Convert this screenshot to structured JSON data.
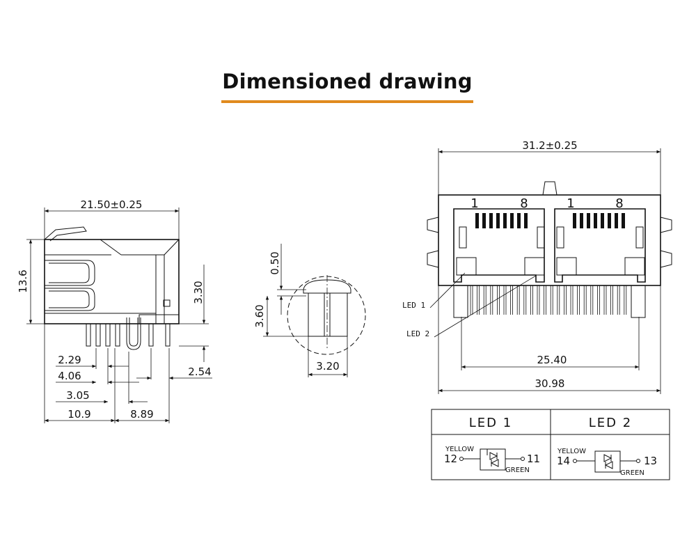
{
  "page_title": "Dimensioned drawing",
  "accent_color": "#e08a1e",
  "side_view": {
    "width_label": "21.50±0.25",
    "height_label": "13.6",
    "pin_height_label": "3.30",
    "pitch_a_label": "2.29",
    "pitch_b_label": "4.06",
    "pitch_c_label": "3.05",
    "pitch_d_label": "2.54",
    "offset_a_label": "10.9",
    "offset_b_label": "8.89"
  },
  "detail_view": {
    "top_label": "0.50",
    "height_label": "3.60",
    "width_label": "3.20"
  },
  "front_view": {
    "width_label": "31.2±0.25",
    "pin_span_label": "25.40",
    "body_width_label": "30.98",
    "port_1_pin_first": "1",
    "port_1_pin_last": "8",
    "port_2_pin_first": "1",
    "port_2_pin_last": "8",
    "led_1_callout": "LED 1",
    "led_2_callout": "LED 2"
  },
  "led_table": {
    "col_1_header": "LED 1",
    "col_2_header": "LED 2",
    "col_1_left_pin": "12",
    "col_1_right_pin": "11",
    "col_2_left_pin": "14",
    "col_2_right_pin": "13",
    "yellow_label": "YELLOW",
    "green_label": "GREEN"
  }
}
